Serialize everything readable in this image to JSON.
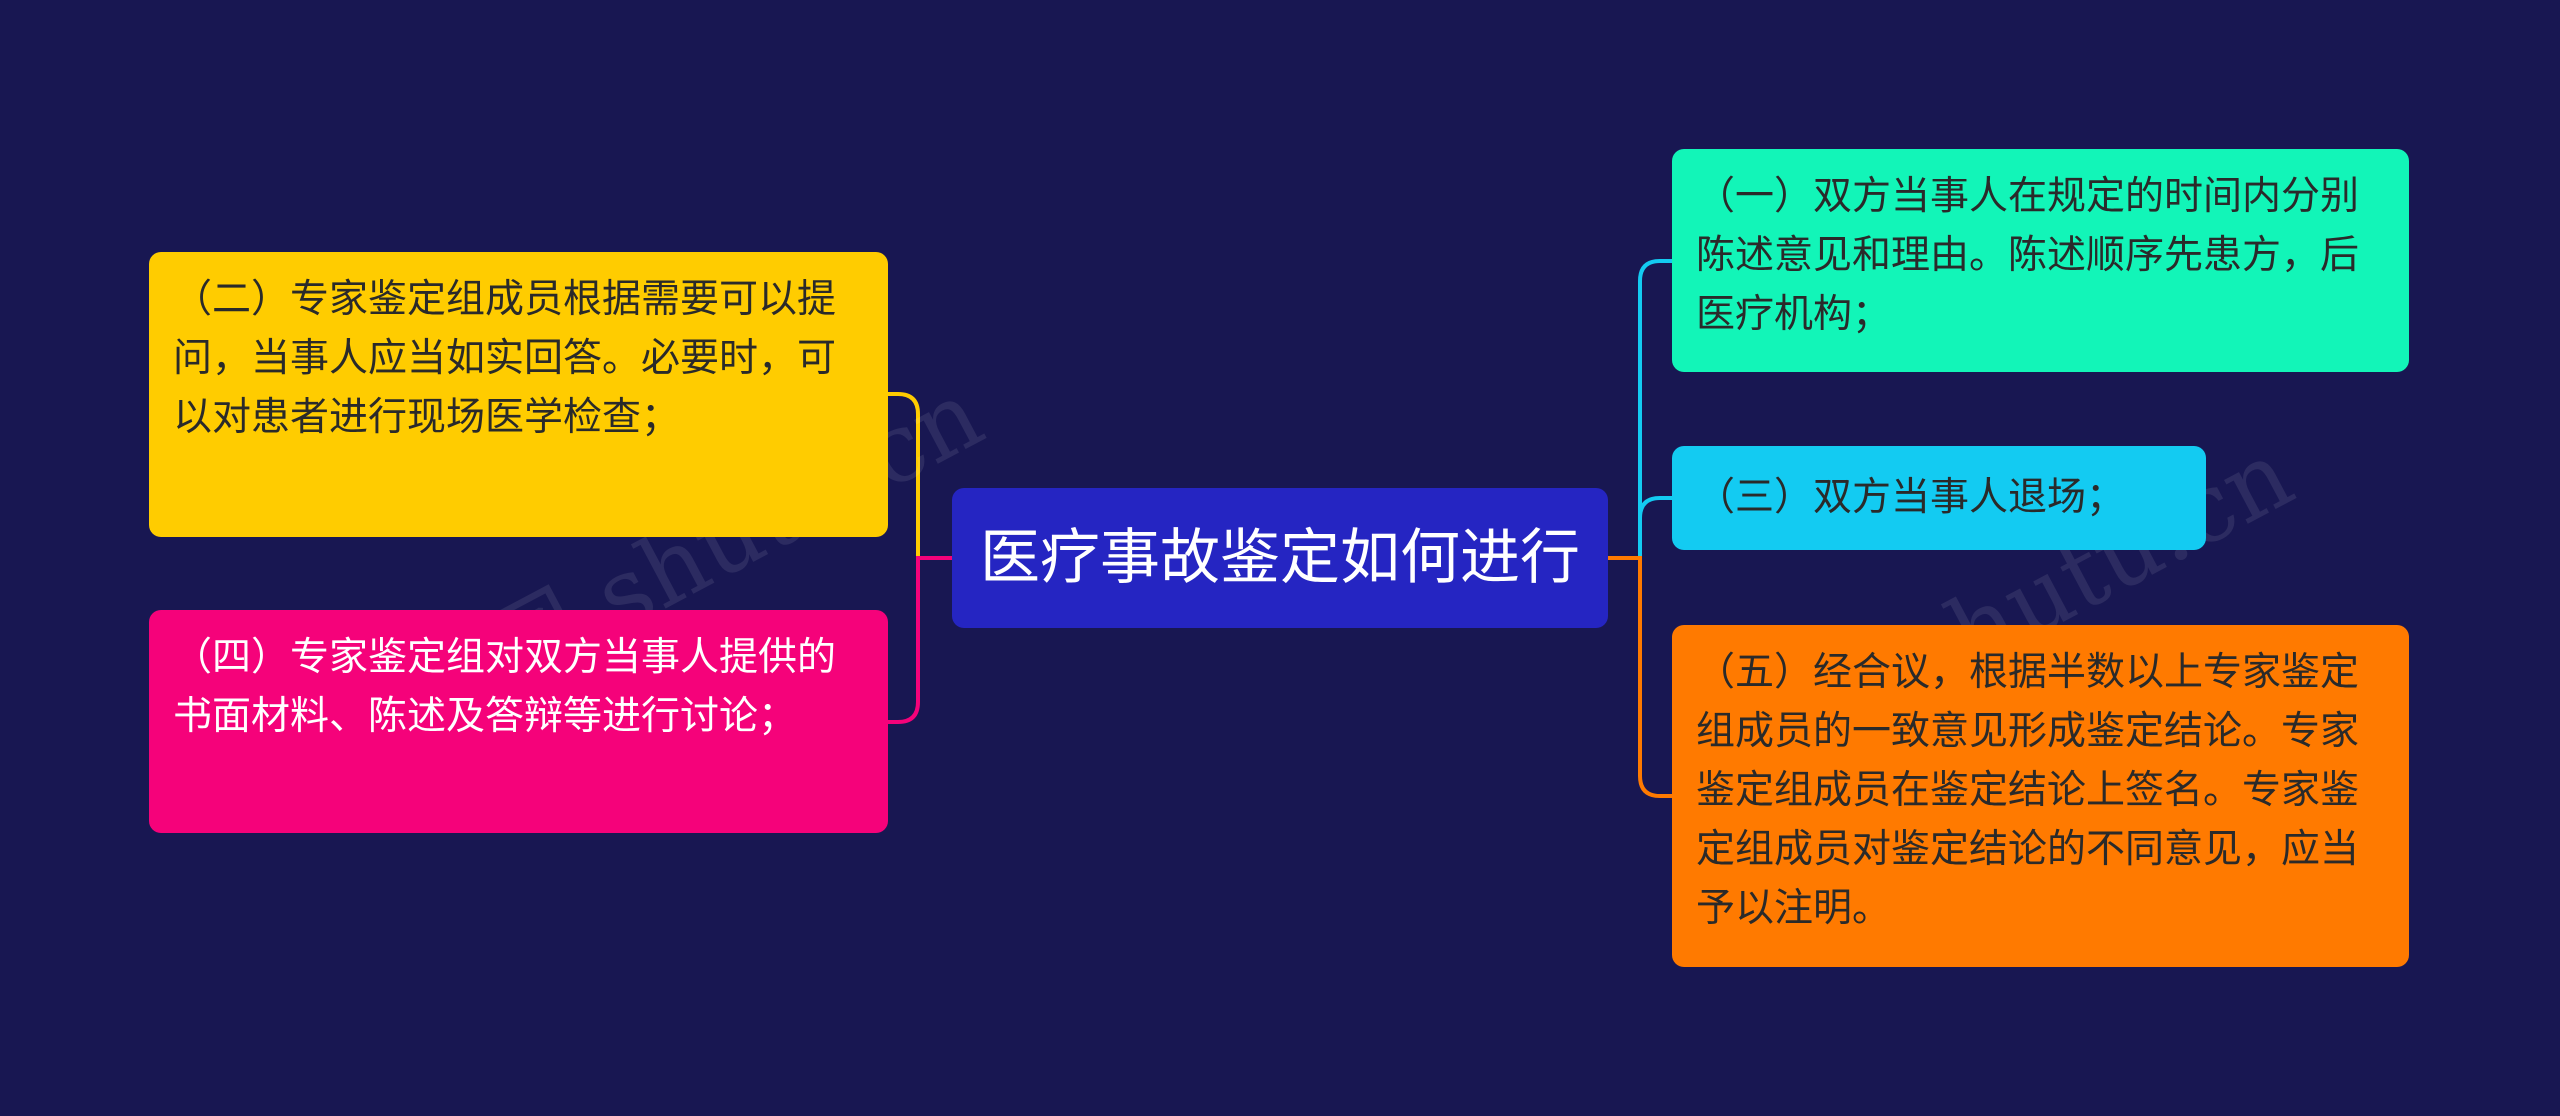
{
  "root": {
    "label": "医疗事故鉴定如何进行",
    "color": "#2525c2"
  },
  "nodes": [
    {
      "id": "node-1",
      "label": "（一）双方当事人在规定的时间内分别陈述意见和理由。陈述顺序先患方，后医疗机构；",
      "color": "#12f5b8",
      "side": "right"
    },
    {
      "id": "node-2",
      "label": "（二）专家鉴定组成员根据需要可以提问，当事人应当如实回答。必要时，可以对患者进行现场医学检查；",
      "color": "#ffcc00",
      "side": "left"
    },
    {
      "id": "node-3",
      "label": "（三）双方当事人退场；",
      "color": "#13cbf2",
      "side": "right"
    },
    {
      "id": "node-4",
      "label": "（四）专家鉴定组对双方当事人提供的书面材料、陈述及答辩等进行讨论；",
      "color": "#f5027a",
      "side": "left"
    },
    {
      "id": "node-5",
      "label": "（五）经合议，根据半数以上专家鉴定组成员的一致意见形成鉴定结论。专家鉴定组成员在鉴定结论上签名。专家鉴定组成员对鉴定结论的不同意见，应当予以注明。",
      "color": "#ff7a00",
      "side": "right"
    }
  ],
  "watermarks": [
    "树图 shutu.cn",
    "树图 shutu.cn"
  ],
  "colors": {
    "background": "#181752",
    "left_connector": "#f5027a",
    "right_connector": "#ff7a00"
  }
}
